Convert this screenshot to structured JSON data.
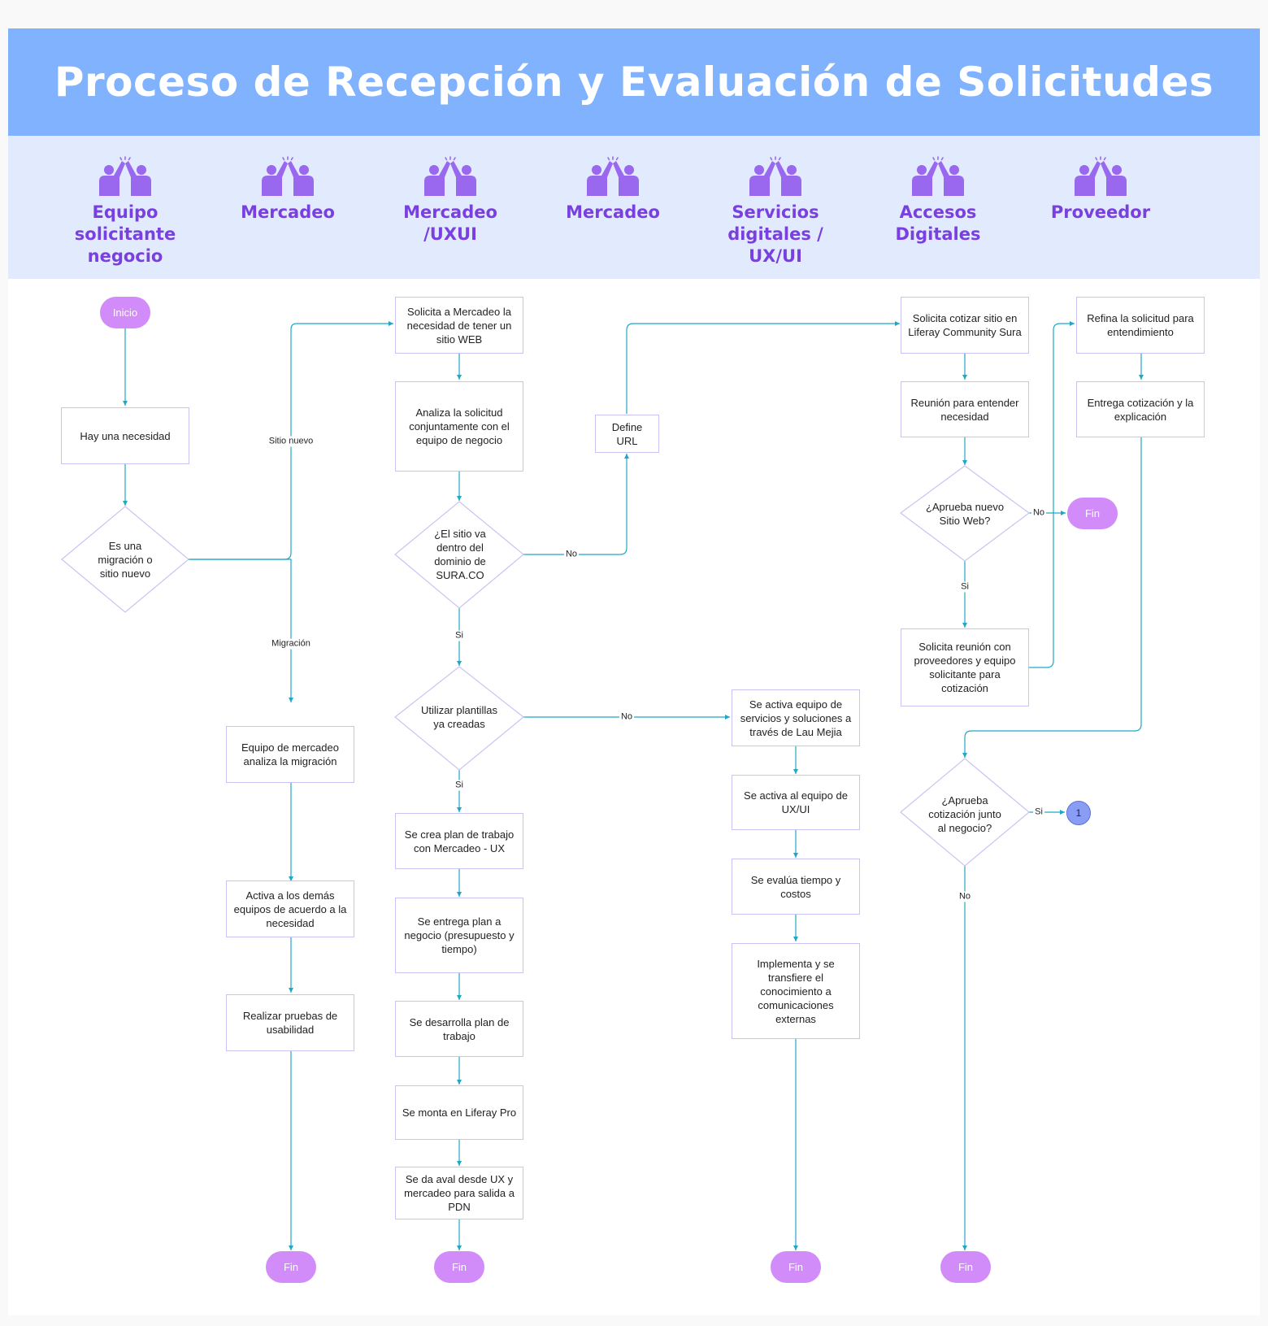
{
  "title": "Proceso de Recepción y Evaluación de Solicitudes",
  "colors": {
    "header": "#80b2fd",
    "lane_bg": "#e2ebfd",
    "lane_text": "#7a3fe0",
    "line": "#1fa7c6",
    "terminal": "#d18cf9",
    "connector": "#8a9df5"
  },
  "lanes": [
    {
      "label": "Equipo\nsolicitante\nnegocio",
      "icon": "high-five-icon"
    },
    {
      "label": "Mercadeo",
      "icon": "high-five-icon"
    },
    {
      "label": "Mercadeo\n/UXUI",
      "icon": "high-five-icon"
    },
    {
      "label": "Mercadeo",
      "icon": "high-five-icon"
    },
    {
      "label": "Servicios\ndigitales /\nUX/UI",
      "icon": "high-five-icon"
    },
    {
      "label": "Accesos\nDigitales",
      "icon": "high-five-icon"
    },
    {
      "label": "Proveedor",
      "icon": "high-five-icon"
    }
  ],
  "terminals": {
    "start": "Inicio",
    "end": "Fin"
  },
  "steps": {
    "hay_necesidad": "Hay una necesidad",
    "solicita_mercadeo": "Solicita a Mercadeo la necesidad de tener un sitio WEB",
    "analiza_solicitud": "Analiza la solicitud conjuntamente con el equipo de negocio",
    "define_url": "Define URL",
    "equipo_mercadeo_analiza": "Equipo de mercadeo analiza la migración",
    "activa_equipos": "Activa a los demás equipos de acuerdo a la necesidad",
    "pruebas_usabilidad": "Realizar pruebas de usabilidad",
    "crea_plan": "Se crea plan de trabajo con Mercadeo - UX",
    "entrega_plan": "Se entrega plan a negocio (presupuesto y tiempo)",
    "desarrolla_plan": "Se desarrolla plan de trabajo",
    "monta_liferay": "Se monta en Liferay Pro",
    "aval_ux": "Se da aval desde UX y mercadeo para salida a PDN",
    "activa_servicios": "Se activa equipo de servicios y soluciones a través de Lau Mejia",
    "activa_uxui": "Se activa al equipo de UX/UI",
    "evalua_tiempo": "Se evalúa tiempo y costos",
    "implementa": "Implementa y se transfiere el conocimiento a comunicaciones externas",
    "solicita_cotizar": "Solicita cotizar sitio en Liferay Community Sura",
    "reunion_entender": "Reunión para entender necesidad",
    "solicita_reunion": "Solicita reunión con proveedores y equipo solicitante para cotización",
    "refina_solicitud": "Refina la solicitud para entendimiento",
    "entrega_cotizacion": "Entrega cotización y la explicación"
  },
  "decisions": {
    "migracion_o_nuevo": "Es una\nmigración  o\nsitio nuevo",
    "dominio_sura": "¿El sitio va\ndentro del\ndominio de\nSURA.CO",
    "plantillas": "Utilizar plantillas\nya creadas",
    "aprueba_sitio": "¿Aprueba nuevo\nSitio Web?",
    "aprueba_cotizacion": "¿Aprueba\ncotización junto\nal negocio?"
  },
  "edge_labels": {
    "sitio_nuevo": "Sitio nuevo",
    "migracion": "Migración",
    "no": "No",
    "si": "Si"
  },
  "connector": "1"
}
